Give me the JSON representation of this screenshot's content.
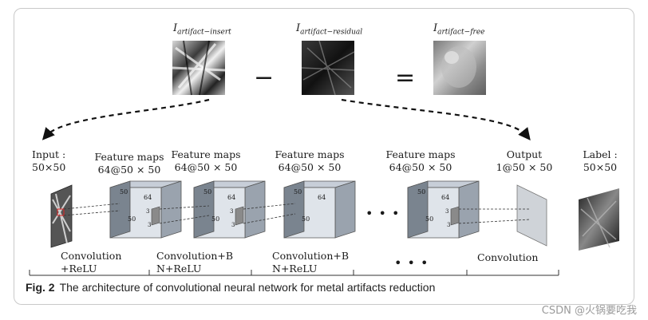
{
  "top": {
    "insert": {
      "base": "I",
      "sub": "artifact−insert"
    },
    "residual": {
      "base": "I",
      "sub": "artifact−residual"
    },
    "free": {
      "base": "I",
      "sub": "artifact−free"
    },
    "minus": "−",
    "equals": "="
  },
  "columns": {
    "input": {
      "title": "Input :",
      "size": "50×50"
    },
    "fm1": {
      "title": "Feature maps",
      "size": "64@50 × 50"
    },
    "fm2": {
      "title": "Feature maps",
      "size": "64@50 × 50"
    },
    "fm3": {
      "title": "Feature maps",
      "size": "64@50 × 50"
    },
    "fm4": {
      "title": "Feature maps",
      "size": "64@50 × 50"
    },
    "output": {
      "title": "Output",
      "size": "1@50 × 50"
    },
    "label": {
      "title": "Label :",
      "size": "50×50"
    }
  },
  "cube_labels": {
    "side": "50",
    "depth": "64",
    "front": "50",
    "kernel": "3"
  },
  "ellipsis": "• • •",
  "bottom": {
    "b1": {
      "line1": "Convolution",
      "line2": "+ReLU"
    },
    "b2": {
      "line1": "Convolution+B",
      "line2": "N+ReLU"
    },
    "b3": {
      "line1": "Convolution+B",
      "line2": "N+ReLU"
    },
    "b4": "• • •",
    "b5": "Convolution"
  },
  "caption": {
    "fig": "Fig. 2",
    "text": "The architecture of convolutional neural network for metal artifacts reduction"
  },
  "watermark": "CSDN @火锅要吃我"
}
